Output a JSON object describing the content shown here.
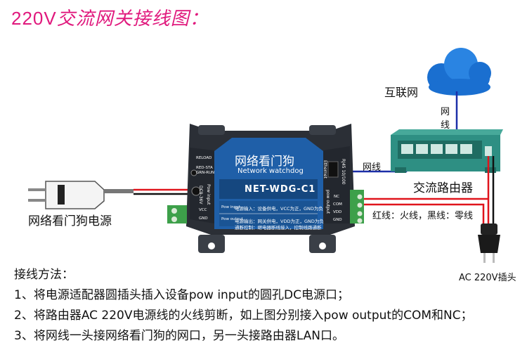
{
  "title": {
    "prefix": "220V",
    "rest": "交流网关接线图："
  },
  "labels": {
    "internet": "互联网",
    "net_cable_vertical_1": "网",
    "net_cable_vertical_2": "线",
    "net_cable": "网线",
    "router": "交流路由器",
    "wires": "红线：火线，黑线：零线",
    "plug": "AC 220V插头",
    "psu": "网络看门狗电源"
  },
  "device": {
    "name": "网络看门狗",
    "subtitle": "Network watchdog",
    "model": "NET-WDG-C1",
    "note_power": "电源输入：设备供电，VCC为正，GND为负",
    "note_output_1": "电源输出：网关供电，VDD为正，GND为负",
    "note_output_2": "通断控制：继电器断线接入，控制线路通断",
    "left_leds": [
      "RELOAD",
      "RED-STA",
      "GRN-RUN"
    ],
    "left_ports": [
      "VCC",
      "GND"
    ],
    "left_vertical": "DC9-36V",
    "left_port_label": "Pow input",
    "right_ports": [
      "NC",
      "COM",
      "VDD",
      "GND"
    ],
    "right_vertical": "pow output",
    "ethernet": "Ethernet",
    "ethernet_speed": "RJ45 10/100",
    "pow_in_small": "Pow input",
    "pow_out_small": "Pow output"
  },
  "instructions": {
    "heading": "接线方法：",
    "steps": [
      "1、将电源适配器圆插头插入设备pow input的圆孔DC电源口；",
      "2、将路由器AC 220V电源线的火线剪断，如上图分别接入pow output的COM和NC；",
      "3、将网线一头接网络看门狗的网口，另一头接路由器LAN口。"
    ]
  },
  "colors": {
    "title": "#e0197d",
    "device_blue": "#1f5fa8",
    "device_body": "#2b2f36",
    "router_green": "#2e8f83",
    "cloud_blue": "#1a6fd0",
    "wire_red": "#e0141c",
    "wire_black": "#111111",
    "wire_blue": "#1c2fa8",
    "terminal_green": "#3da04a"
  }
}
